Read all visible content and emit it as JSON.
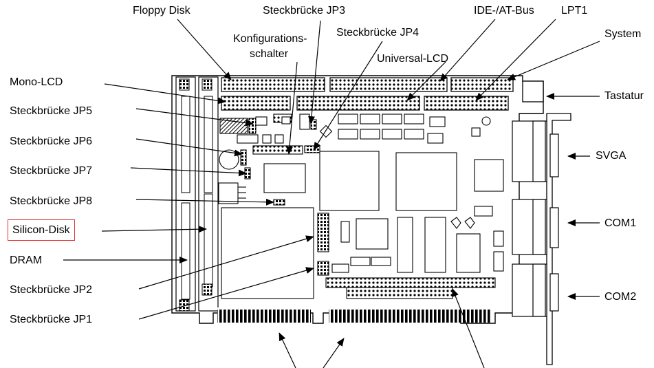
{
  "labels": {
    "floppy": "Floppy Disk",
    "jp3": "Steckbrücke JP3",
    "konfig_line1": "Konfigurations-",
    "konfig_line2": "schalter",
    "jp4": "Steckbrücke JP4",
    "ide": "IDE-/AT-Bus",
    "lpt1": "LPT1",
    "universal_lcd": "Universal-LCD",
    "system": "System",
    "tastatur": "Tastatur",
    "mono_lcd": "Mono-LCD",
    "jp5": "Steckbrücke JP5",
    "jp6": "Steckbrücke JP6",
    "jp7": "Steckbrücke JP7",
    "jp8": "Steckbrücke JP8",
    "silicon_disk": "Silicon-Disk",
    "dram": "DRAM",
    "jp2": "Steckbrücke JP2",
    "jp1": "Steckbrücke JP1",
    "svga": "SVGA",
    "com1": "COM1",
    "com2": "COM2"
  },
  "colors": {
    "line": "#000000",
    "highlight_border": "#e03030",
    "board_fill": "#ffffff"
  }
}
